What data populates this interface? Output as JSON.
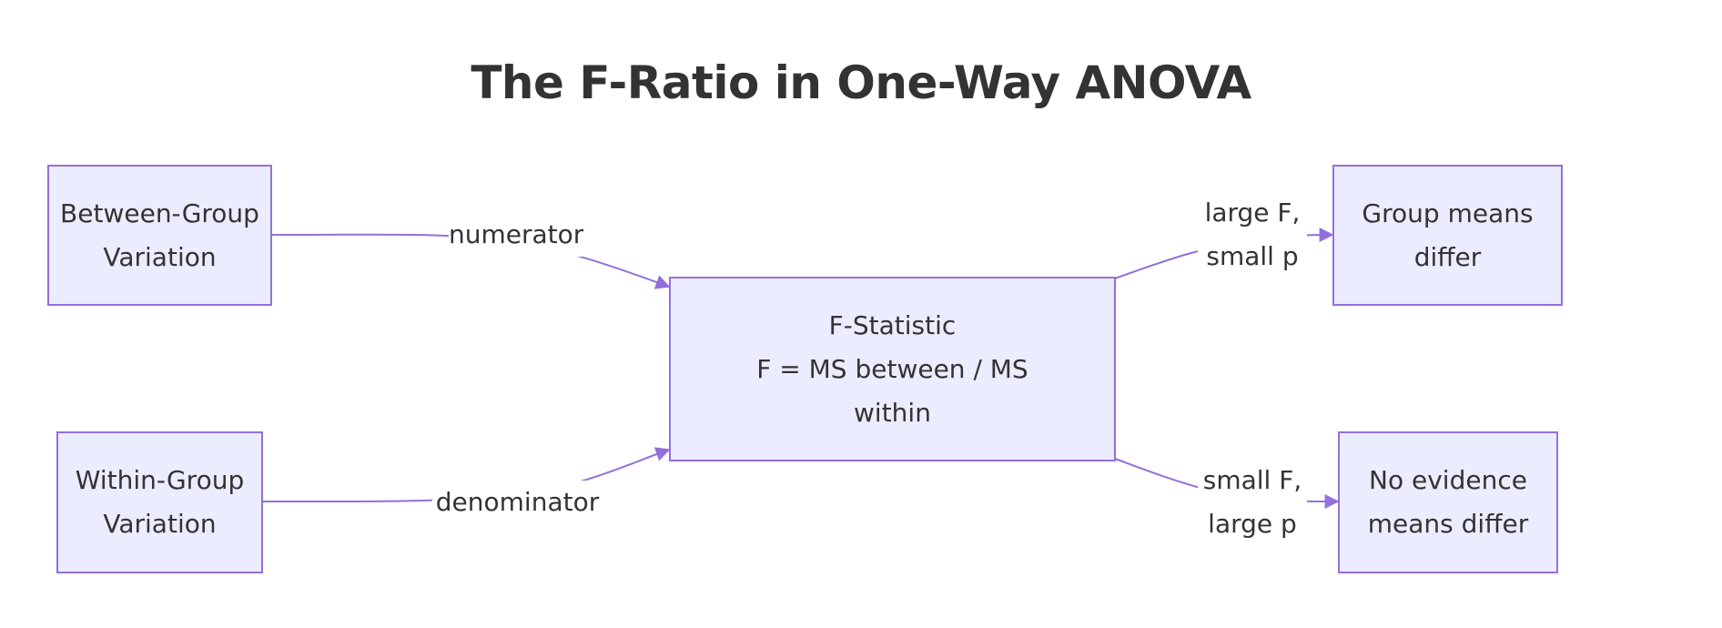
{
  "diagram": {
    "title": "The F-Ratio in One-Way ANOVA",
    "colors": {
      "node_fill": "#ECECFF",
      "node_stroke": "#9370DB",
      "edge": "#9370DB",
      "text": "#333333"
    },
    "nodes": {
      "between": {
        "line1": "Between-Group",
        "line2": "Variation"
      },
      "within": {
        "line1": "Within-Group",
        "line2": "Variation"
      },
      "fstat": {
        "line1": "F-Statistic",
        "line2": "F = MS between / MS",
        "line3": "within"
      },
      "differ": {
        "line1": "Group means",
        "line2": "differ"
      },
      "nodiff": {
        "line1": "No evidence",
        "line2": "means differ"
      }
    },
    "edges": {
      "numerator": {
        "label": "numerator"
      },
      "denominator": {
        "label": "denominator"
      },
      "large_f": {
        "line1": "large F,",
        "line2": "small p"
      },
      "small_f": {
        "line1": "small F,",
        "line2": "large p"
      }
    }
  }
}
